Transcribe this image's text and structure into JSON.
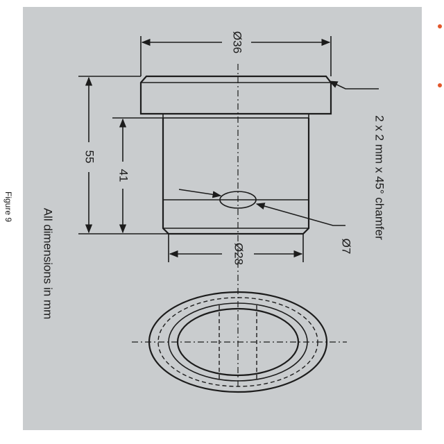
{
  "figure_label": "Figure 9",
  "dimensions_note": "All dimensions in mm",
  "dimensions": {
    "flange_diameter": "Ø36",
    "body_diameter": "Ø28",
    "hole_diameter": "Ø7",
    "overall_length": "55",
    "body_length": "41",
    "chamfer_note": "2 x 2 mm x 45° chamfer"
  },
  "colors": {
    "paper": "#c9ccce",
    "ink": "#1c1c1c",
    "bullet": "#e2572b"
  }
}
